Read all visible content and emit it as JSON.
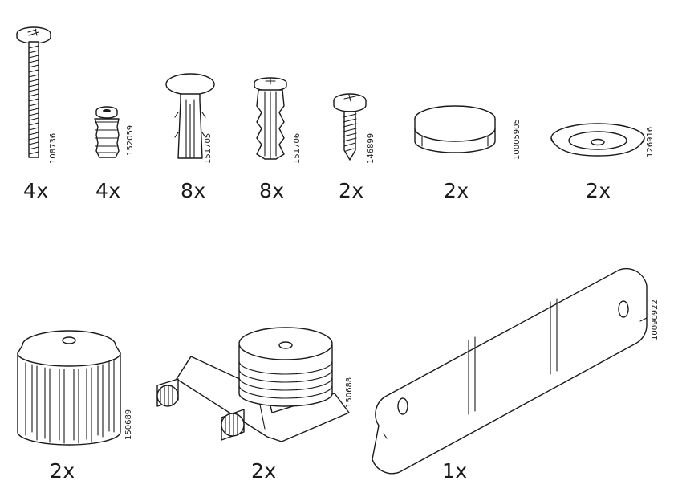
{
  "parts": [
    {
      "code": "108736",
      "qty": "4x",
      "icon": "long-bolt-icon"
    },
    {
      "code": "152059",
      "qty": "4x",
      "icon": "threaded-insert-icon"
    },
    {
      "code": "151705",
      "qty": "8x",
      "icon": "push-rivet-icon"
    },
    {
      "code": "151706",
      "qty": "8x",
      "icon": "expansion-plug-icon"
    },
    {
      "code": "146899",
      "qty": "2x",
      "icon": "short-screw-icon"
    },
    {
      "code": "10005905",
      "qty": "2x",
      "icon": "round-cap-icon"
    },
    {
      "code": "126916",
      "qty": "2x",
      "icon": "washer-dish-icon"
    },
    {
      "code": "150689",
      "qty": "2x",
      "icon": "adjustable-foot-icon"
    },
    {
      "code": "150688",
      "qty": "2x",
      "icon": "leveling-bracket-icon"
    },
    {
      "code": "10090922",
      "qty": "1x",
      "icon": "connector-plate-icon"
    }
  ]
}
